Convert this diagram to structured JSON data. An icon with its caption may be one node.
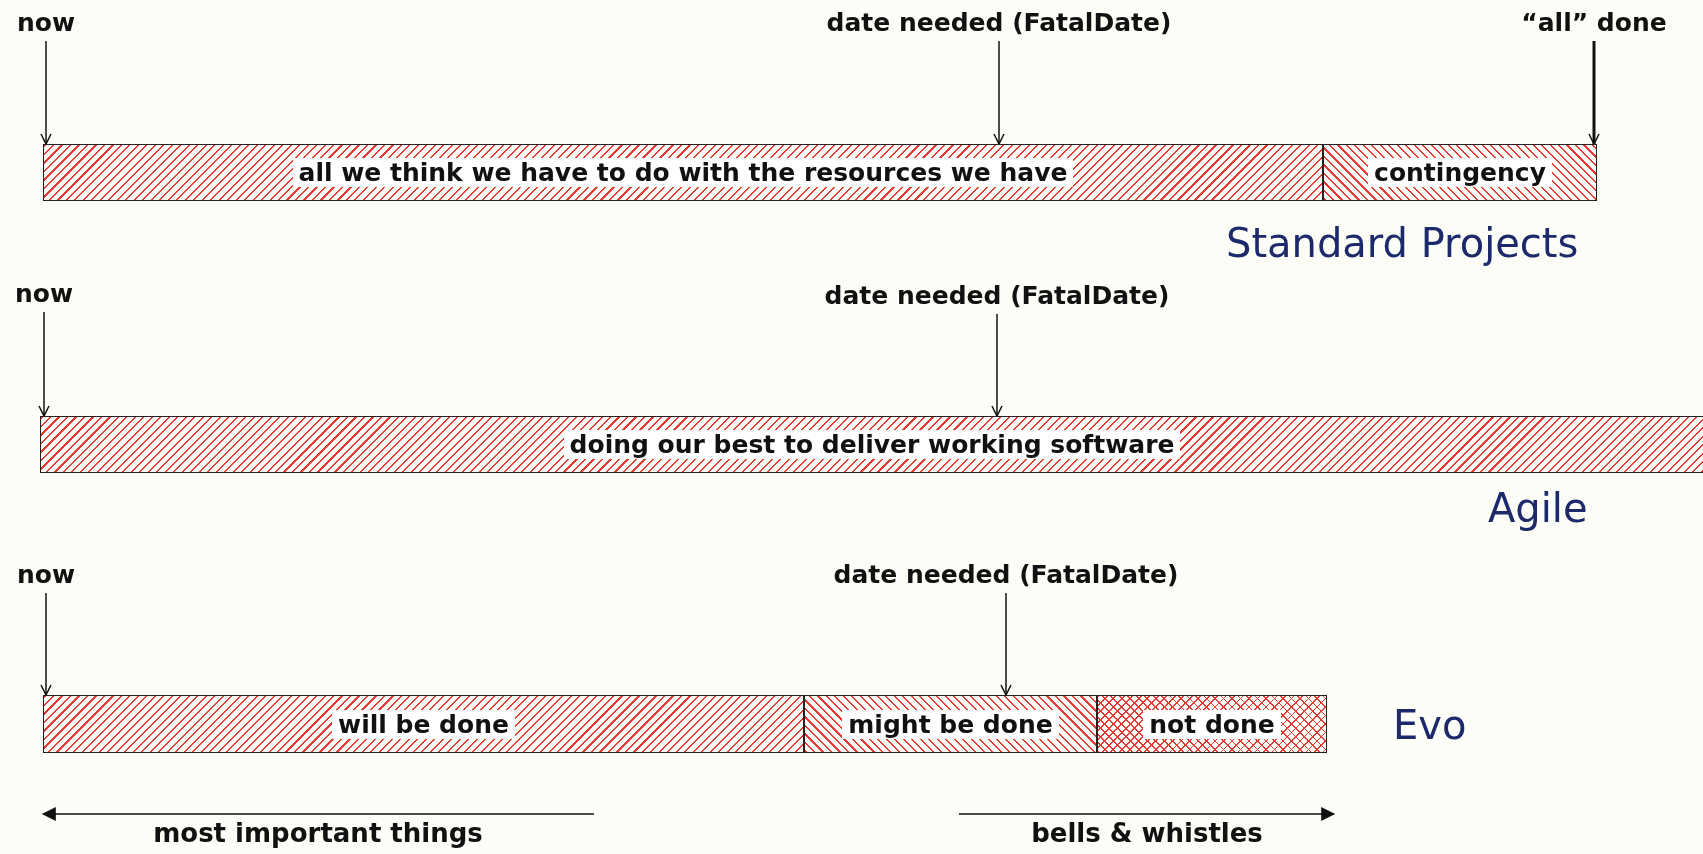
{
  "diagram": {
    "nodes": [
      {
        "text": [
          "now"
        ]
      },
      {
        "text": [
          "date needed (FatalDate)"
        ]
      },
      {
        "text": [
          "“all” done"
        ]
      },
      {
        "text": [
          "all we think we have to do with the resources we have"
        ]
      },
      {
        "text": [
          "contingency"
        ]
      },
      {
        "text": [
          "now"
        ]
      },
      {
        "text": [
          "date needed (FatalDate)"
        ]
      },
      {
        "text": [
          "doing our best to deliver working software"
        ]
      },
      {
        "text": [
          "now"
        ]
      },
      {
        "text": [
          "date needed (FatalDate)"
        ]
      },
      {
        "text": [
          "will be done"
        ]
      },
      {
        "text": [
          "might be done"
        ]
      },
      {
        "text": [
          "not done"
        ]
      }
    ],
    "edges": [
      {
        "from": 0,
        "to": 3,
        "arrow": "to"
      },
      {
        "from": 1,
        "to": 3,
        "arrow": "to"
      },
      {
        "from": 2,
        "to": 4,
        "arrow": "to"
      },
      {
        "from": 5,
        "to": 7,
        "arrow": "to"
      },
      {
        "from": 6,
        "to": 7,
        "arrow": "to"
      },
      {
        "from": 8,
        "to": 10,
        "arrow": "to"
      },
      {
        "from": 9,
        "to": 11,
        "arrow": "to"
      }
    ],
    "labels": [
      "Standard Projects",
      "Agile",
      "Evo",
      "most important things",
      "bells & whistles"
    ]
  }
}
